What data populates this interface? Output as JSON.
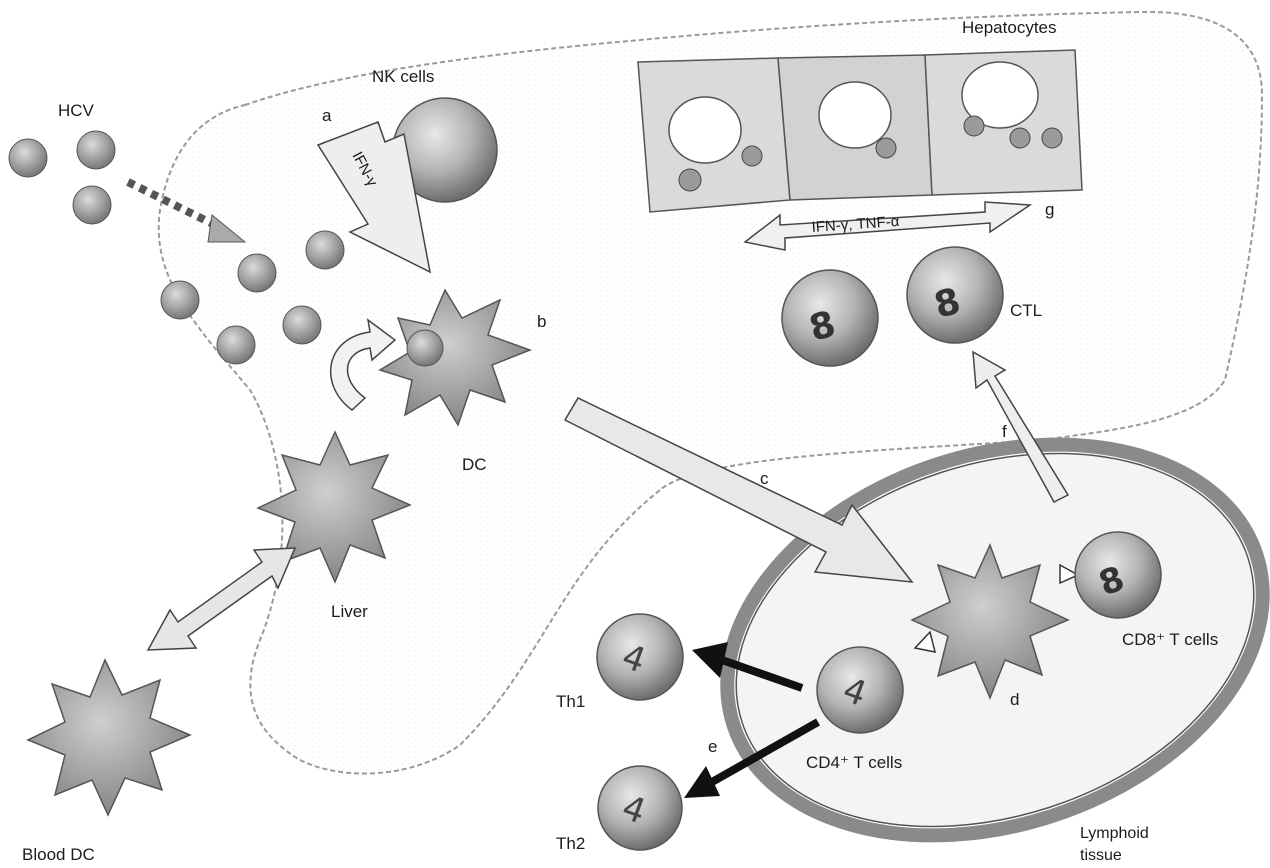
{
  "labels": {
    "hcv": "HCV",
    "nk_cells": "NK cells",
    "hepatocytes": "Hepatocytes",
    "a": "a",
    "b": "b",
    "c": "c",
    "d": "d",
    "e": "e",
    "f": "f",
    "g": "g",
    "dc": "DC",
    "liver": "Liver",
    "blood_dc": "Blood DC",
    "cd4": "CD4⁺ T cells",
    "cd8": "CD8⁺ T cells",
    "ctl": "CTL",
    "th1": "Th1",
    "th2": "Th2",
    "lymphoid": [
      "Lymphoid",
      "tissue"
    ]
  },
  "arrow_text": {
    "ifn_gamma": "IFN-γ",
    "ifn_tnf": "IFN-γ, TNF-α"
  },
  "cell_marks": {
    "cd8": "8",
    "cd4": "4"
  },
  "colors": {
    "cell_fill": "#b9b9b9",
    "cell_dark": "#7f7f7f",
    "outline": "#333333",
    "region_stroke": "#8c8c8c",
    "lymphoid_ring": "#8a8a8a",
    "arrow_fill": "#e6e6e6",
    "black_arrow": "#111111"
  }
}
